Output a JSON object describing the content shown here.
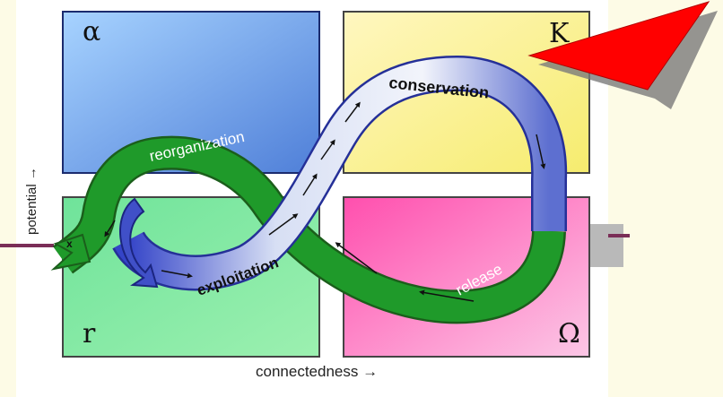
{
  "quadrants": {
    "alpha": "α",
    "k": "K",
    "r": "r",
    "omega": "Ω"
  },
  "phases": {
    "reorganization": "reorganization",
    "conservation": "conservation",
    "exploitation": "exploitation",
    "release": "release",
    "exit": "x"
  },
  "axes": {
    "y_label": "potential",
    "y_arrow": "→",
    "x_label": "connectedness",
    "x_arrow": "→"
  },
  "colors": {
    "alpha_quadrant": "#7fb4ec",
    "k_quadrant": "#fbf59b",
    "r_quadrant": "#5fd88a",
    "omega_quadrant": "#f15fb5",
    "green_loop": "#1f8a1f",
    "blue_loop": "#5b6fd6",
    "pointer": "#ff0000"
  }
}
